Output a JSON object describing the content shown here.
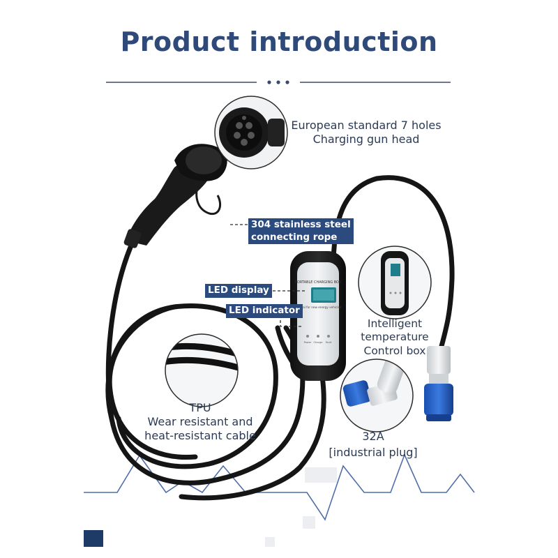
{
  "title": "Product introduction",
  "labels": {
    "gun_head": [
      "European standard 7 holes",
      "Charging gun head"
    ],
    "rope": [
      "304 stainless steel",
      "connecting rope"
    ],
    "led_display": "LED display",
    "led_indicator": "LED indicator",
    "control_box": [
      "Intelligent",
      "temperature",
      "Control box"
    ],
    "cable": [
      "TPU",
      "Wear resistant and",
      "heat-resistant cable"
    ],
    "plug": [
      "32A",
      "[industrial plug]"
    ],
    "box_brand": "PORTABLE CHARGING BOX",
    "box_caption": "Special for new energy vehicles",
    "box_lights": [
      "Power",
      "Charge",
      "Fault"
    ]
  },
  "colors": {
    "title": "#2f4a78",
    "tag_bg": "#2b4a7d",
    "label_text": "#2b3a55",
    "cable": "#151515",
    "plug_blue": "#1f5fc8",
    "lcd": "#1e7d8a",
    "decor_wave": "#3a5fa0"
  },
  "icons": [
    "ellipsis-dots-icon",
    "charging-gun-icon",
    "control-box-icon",
    "industrial-plug-icon"
  ]
}
